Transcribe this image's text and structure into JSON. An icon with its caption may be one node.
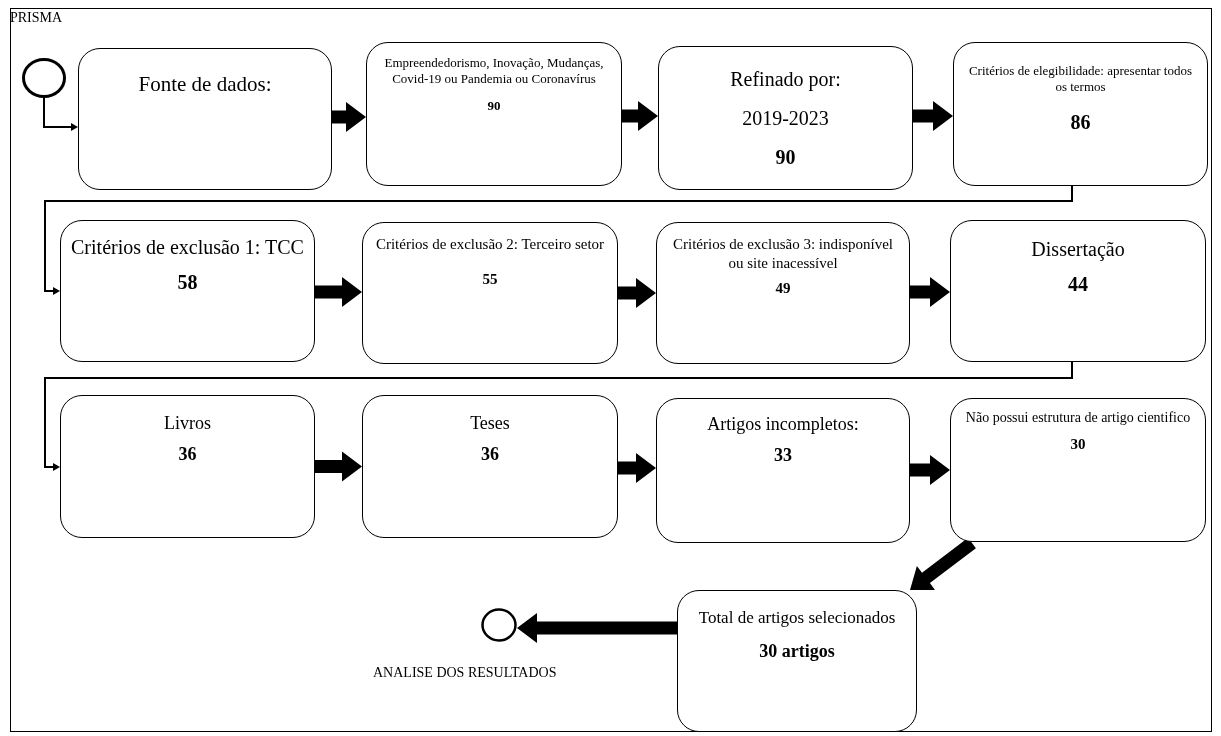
{
  "diagram": {
    "nodes": [
      {
        "text": [],
        "shape": "circle",
        "beside": [
          "PRISMA"
        ]
      },
      {
        "text": [
          "Fonte de dados:"
        ]
      },
      {
        "text": [
          "Empreendedorismo, Inovação, Mudanças, Covid-19 ou Pandemia ou Coronavírus",
          "90"
        ]
      },
      {
        "text": [
          "Refinado por:",
          "2019-2023",
          "90"
        ]
      },
      {
        "text": [
          "Critérios de elegibilidade: apresentar todos os termos",
          "86"
        ]
      },
      {
        "text": [
          "Critérios de exclusão 1: TCC",
          "58"
        ]
      },
      {
        "text": [
          "Critérios de exclusão 2: Terceiro setor",
          "55"
        ]
      },
      {
        "text": [
          "Critérios de exclusão 3: indisponível ou site inacessível",
          "49"
        ]
      },
      {
        "text": [
          "Dissertação",
          "44"
        ]
      },
      {
        "text": [
          "Livros",
          "36"
        ]
      },
      {
        "text": [
          "Teses",
          "36"
        ]
      },
      {
        "text": [
          "Artigos incompletos:",
          "33"
        ]
      },
      {
        "text": [
          "Não possui estrutura de artigo cientifico",
          "30"
        ]
      },
      {
        "text": [
          "Total de artigos selecionados",
          "30 artigos"
        ]
      },
      {
        "text": [],
        "shape": "circle",
        "beside": [
          "ANALISE DOS RESULTADOS"
        ]
      }
    ],
    "edges": [
      {
        "from": 0,
        "to": 1,
        "arrow": "to"
      },
      {
        "from": 1,
        "to": 2,
        "arrow": "to",
        "style": "thick"
      },
      {
        "from": 2,
        "to": 3,
        "arrow": "to",
        "style": "thick"
      },
      {
        "from": 3,
        "to": 4,
        "arrow": "to",
        "style": "thick"
      },
      {
        "from": 4,
        "to": 5,
        "arrow": "to"
      },
      {
        "from": 5,
        "to": 6,
        "arrow": "to",
        "style": "thick"
      },
      {
        "from": 6,
        "to": 7,
        "arrow": "to",
        "style": "thick"
      },
      {
        "from": 7,
        "to": 8,
        "arrow": "to",
        "style": "thick"
      },
      {
        "from": 8,
        "to": 9,
        "arrow": "to"
      },
      {
        "from": 9,
        "to": 10,
        "arrow": "to",
        "style": "thick"
      },
      {
        "from": 10,
        "to": 11,
        "arrow": "to",
        "style": "thick"
      },
      {
        "from": 11,
        "to": 12,
        "arrow": "to",
        "style": "thick"
      },
      {
        "from": 12,
        "to": 13,
        "arrow": "to",
        "style": "thick"
      },
      {
        "from": 13,
        "to": 14,
        "arrow": "to",
        "style": "thick"
      }
    ]
  }
}
